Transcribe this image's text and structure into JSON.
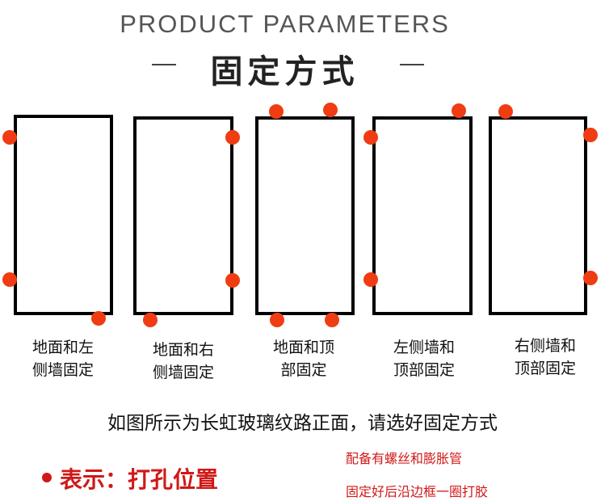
{
  "header": {
    "title_en": "PRODUCT PARAMETERS",
    "title_cn": "固定方式"
  },
  "options": [
    {
      "line1": "地面和左",
      "line2": "侧墙固定"
    },
    {
      "line1": "地面和右",
      "line2": "侧墙固定"
    },
    {
      "line1": "地面和顶",
      "line2": "部固定"
    },
    {
      "line1": "左侧墙和",
      "line2": "顶部固定"
    },
    {
      "line1": "右侧墙和",
      "line2": "顶部固定"
    }
  ],
  "description": "如图所示为长虹玻璃纹路正面，请选好固定方式",
  "legend": "表示：打孔位置",
  "notes": [
    "配备有螺丝和膨胀管",
    "固定好后沿边框一圈打胶"
  ],
  "colors": {
    "dot": "#f03c12",
    "note": "#d01818"
  }
}
